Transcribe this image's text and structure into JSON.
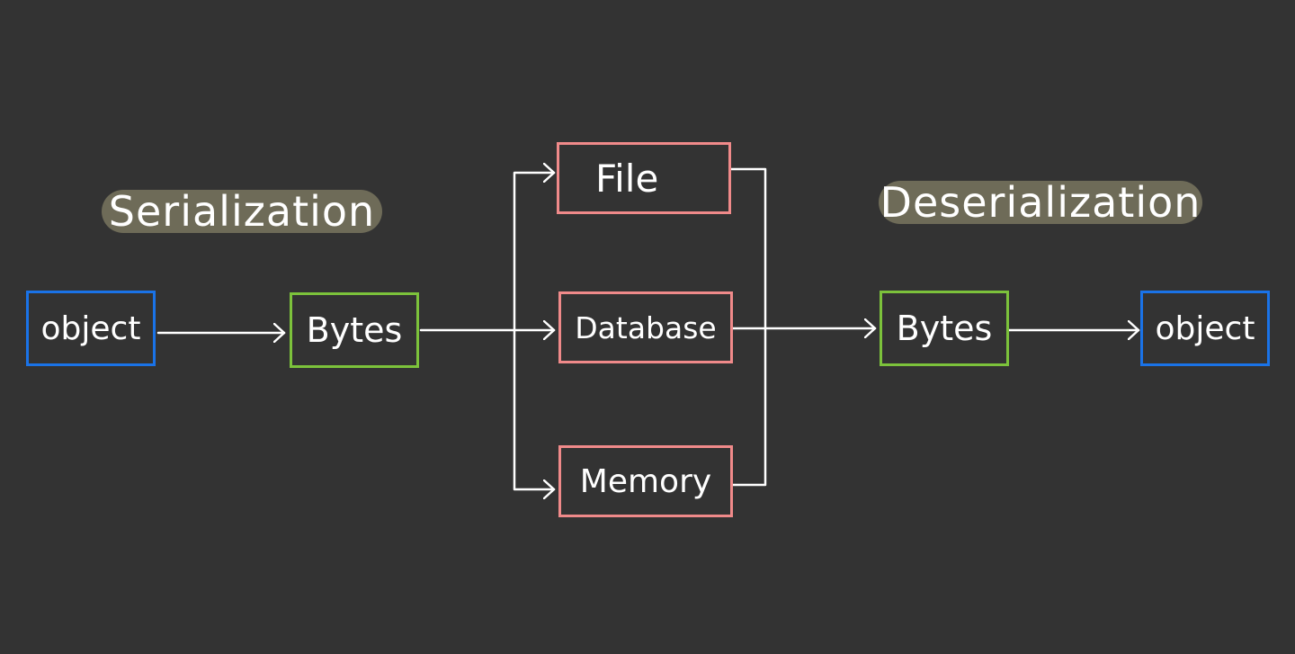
{
  "labels": {
    "serialization": "Serialization",
    "deserialization": "Deserialization"
  },
  "nodes": {
    "left_object": "object",
    "left_bytes": "Bytes",
    "file": "File",
    "database": "Database",
    "memory": "Memory",
    "right_bytes": "Bytes",
    "right_object": "object"
  },
  "colors": {
    "background": "#333333",
    "object_border": "#1a73e8",
    "bytes_border": "#7cc23b",
    "storage_border": "#f08a8a",
    "label_pill": "#6e6b58",
    "lines": "#ffffff"
  }
}
